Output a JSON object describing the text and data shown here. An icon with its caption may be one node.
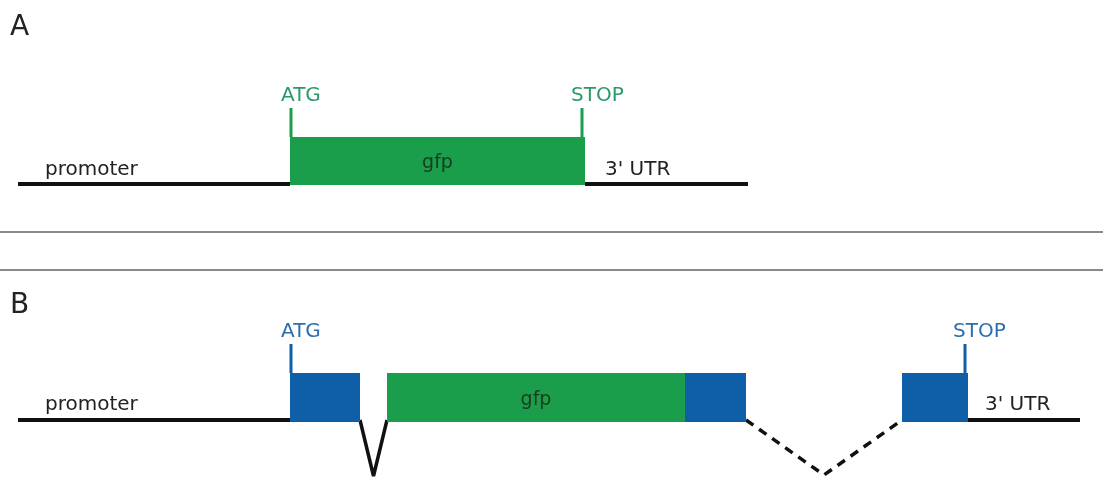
{
  "diagram": {
    "nodes": [
      {
        "text": [
          "ATG"
        ]
      },
      {
        "text": [
          "STOP"
        ]
      },
      {
        "text": [
          "gfp"
        ]
      },
      {
        "text": [
          "ATG"
        ]
      },
      {
        "text": [
          "STOP"
        ]
      },
      {
        "text": [],
        "shape": "box"
      },
      {
        "text": [
          "gfp"
        ]
      },
      {
        "text": [],
        "shape": "box"
      },
      {
        "text": [],
        "shape": "box"
      }
    ],
    "edges": [
      {
        "from": 0,
        "to": 2,
        "arrow": "none",
        "color": "#1a9e4b"
      },
      {
        "from": 1,
        "to": 2,
        "arrow": "none",
        "color": "#1a9e4b"
      },
      {
        "from": 3,
        "to": 5,
        "arrow": "none",
        "color": "#0f5ea8"
      },
      {
        "from": 4,
        "to": 8,
        "arrow": "none",
        "color": "#0f5ea8"
      },
      {
        "from": 5,
        "to": 6,
        "arrow": "none",
        "color": "#111111"
      },
      {
        "from": 7,
        "to": 8,
        "arrow": "none",
        "style": "dashed",
        "color": "#111111"
      }
    ],
    "labels": [
      "A",
      "promoter",
      "3' UTR",
      "B",
      "promoter",
      "3' UTR"
    ]
  }
}
